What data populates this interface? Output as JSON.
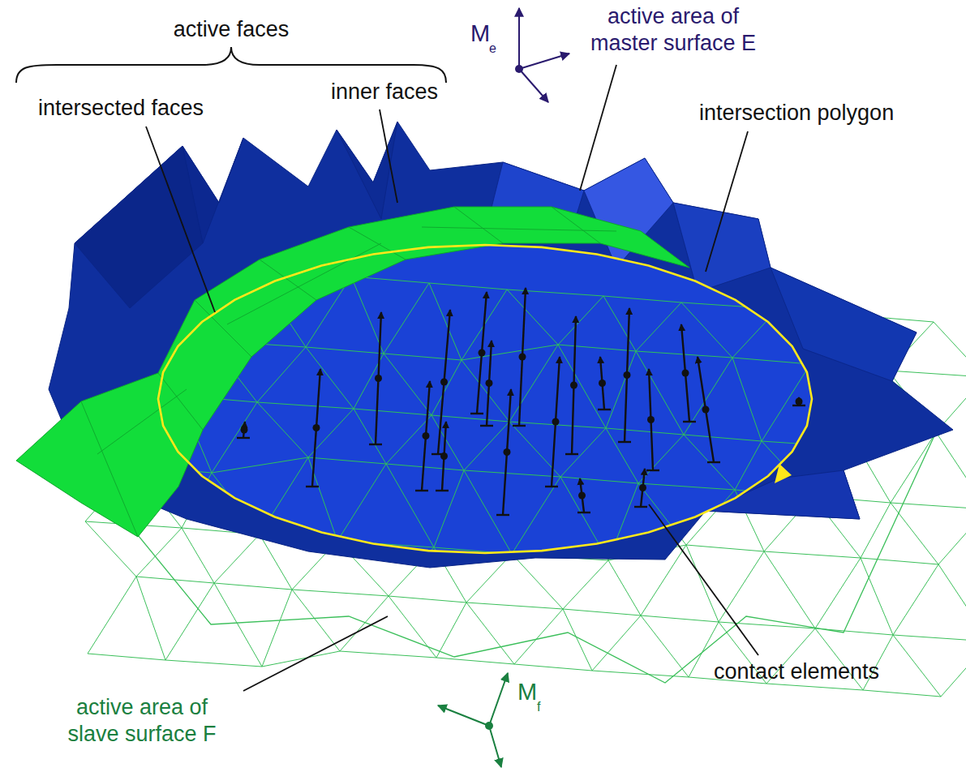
{
  "diagram": {
    "labels": [
      "active faces",
      "intersected faces",
      "inner faces",
      "M",
      "e",
      "active area of master surface E",
      "intersection polygon",
      "contact elements",
      "active area of slave surface F",
      "M",
      "f"
    ]
  }
}
